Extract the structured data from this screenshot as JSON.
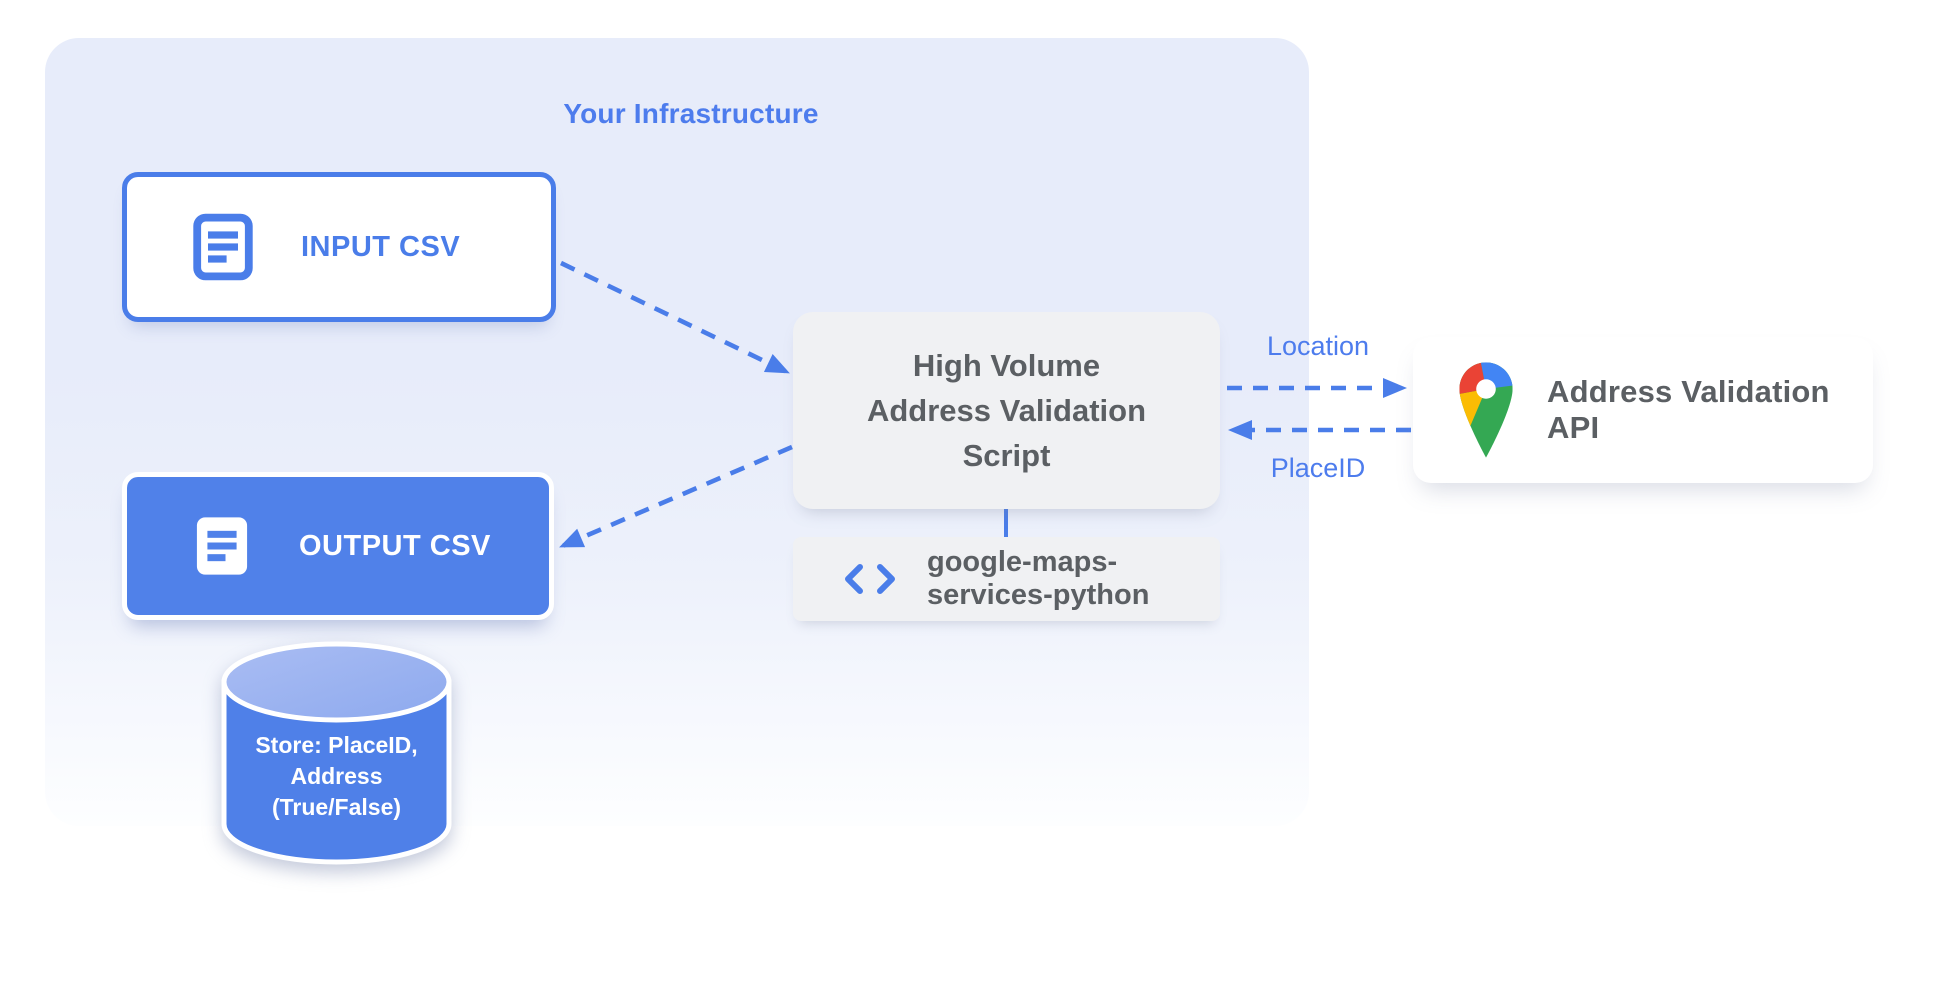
{
  "infrastructure": {
    "title": "Your Infrastructure"
  },
  "nodes": {
    "input_csv": {
      "label": "INPUT CSV",
      "icon": "document-icon"
    },
    "output_csv": {
      "label": "OUTPUT CSV",
      "icon": "document-icon"
    },
    "datastore": {
      "text": "Store: PlaceID,\nAddress\n(True/False)",
      "shape": "database-cylinder"
    },
    "script": {
      "text": "High Volume\nAddress Validation\nScript"
    },
    "library": {
      "text": "google-maps-\nservices-python",
      "icon": "code-icon"
    },
    "api": {
      "label": "Address Validation API",
      "icon": "google-maps-pin-icon"
    }
  },
  "edges": {
    "location_label": "Location",
    "placeid_label": "PlaceID"
  },
  "colors": {
    "accent_blue": "#4a7de9",
    "output_fill": "#5081e9",
    "container_fill": "#e7ecfa",
    "gray_box_fill": "#f0f1f3",
    "gray_text": "#5b5f63",
    "cylinder_top": "#9db6f0",
    "pin_blue": "#4285F4",
    "pin_red": "#EA4335",
    "pin_yellow": "#FBBC04",
    "pin_green": "#34A853"
  }
}
